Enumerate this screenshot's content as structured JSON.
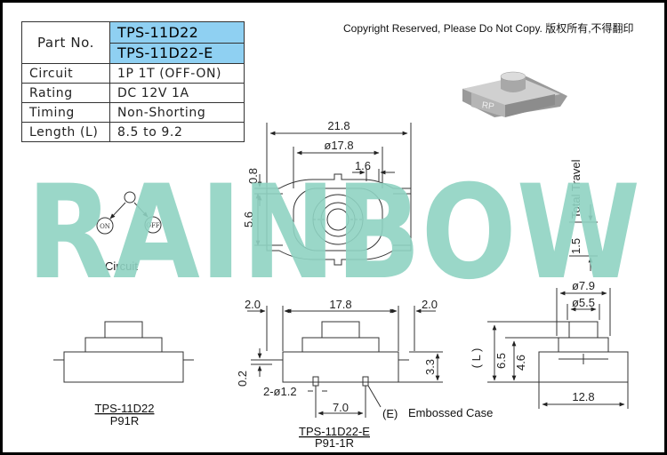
{
  "copyright": "Copyright Reserved, Please Do Not Copy. 版权所有,不得翻印",
  "table": {
    "part_label": "Part No.",
    "part_numbers": [
      "TPS-11D22",
      "TPS-11D22-E"
    ],
    "rows": [
      {
        "label": "Circuit",
        "value": "1P 1T (OFF-ON)"
      },
      {
        "label": "Rating",
        "value": "DC 12V 1A"
      },
      {
        "label": "Timing",
        "value": "Non-Shorting"
      },
      {
        "label": "Length (L)",
        "value": "8.5 to 9.2"
      }
    ]
  },
  "watermark": "RAINBOW",
  "render_logo": "RP",
  "circuit": {
    "label": "Circuit",
    "on": "ON",
    "off": "OFF"
  },
  "top_view": {
    "width_outer": "21.8",
    "diameter": "ø17.8",
    "dim_1_6": "1.6",
    "dim_0_8": "0.8",
    "dim_5_6": "5.6",
    "total_travel": "Total Travel",
    "travel_value": "1.5"
  },
  "front_left": {
    "model": "TPS-11D22",
    "code": "P91R"
  },
  "front_mid": {
    "left_gap": "2.0",
    "width": "17.8",
    "right_gap": "2.0",
    "height_0_2": "0.2",
    "height_3_3": "3.3",
    "pins": "2-ø1.2",
    "pin_pitch": "7.0",
    "emboss_label": "(E)",
    "emboss_text": "Embossed Case",
    "model": "TPS-11D22-E",
    "code": "P91-1R"
  },
  "side_view": {
    "diameter_outer": "ø7.9",
    "diameter_inner": "ø5.5",
    "length_label": "( L )",
    "height_6_5": "6.5",
    "height_4_6": "4.6",
    "width": "12.8"
  },
  "colors": {
    "watermark": "#8fd3c2",
    "table_highlight": "#8fd0f2",
    "line": "#222222",
    "render_grey": "#b9b9b9"
  }
}
